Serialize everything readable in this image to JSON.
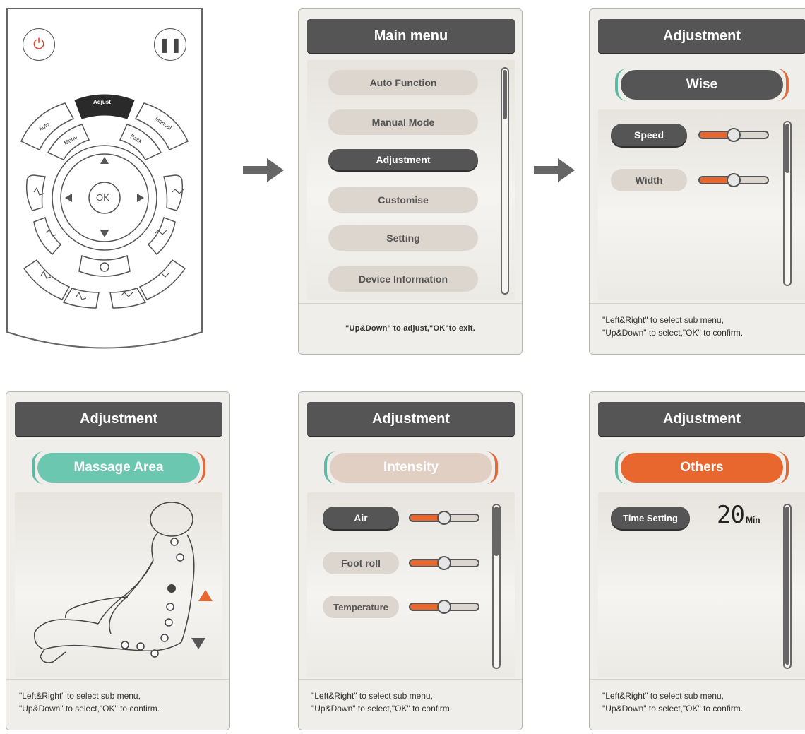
{
  "remote": {
    "buttons": [
      "Adjust",
      "Auto",
      "Manual",
      "Menu",
      "Back",
      "OK"
    ],
    "power_icon": "power-icon",
    "pause_icon": "pause-icon"
  },
  "main_menu": {
    "title": "Main menu",
    "items": [
      "Auto Function",
      "Manual Mode",
      "Adjustment",
      "Customise",
      "Setting",
      "Device Information"
    ],
    "active_index": 2,
    "footer": "\"Up&Down\" to adjust,\"OK\"to exit."
  },
  "wise_panel": {
    "title": "Adjustment",
    "mode": "Wise",
    "rows": [
      {
        "label": "Speed",
        "level": 0.5
      },
      {
        "label": "Width",
        "level": 0.5
      }
    ],
    "footer_line1": "\"Left&Right\" to select sub menu,",
    "footer_line2": "\"Up&Down\" to select,\"OK\" to confirm."
  },
  "area_panel": {
    "title": "Adjustment",
    "mode": "Massage Area",
    "footer_line1": "\"Left&Right\" to select sub menu,",
    "footer_line2": "\"Up&Down\" to select,\"OK\" to confirm."
  },
  "intensity_panel": {
    "title": "Adjustment",
    "mode": "Intensity",
    "rows": [
      {
        "label": "Air",
        "level": 0.5
      },
      {
        "label": "Foot roll",
        "level": 0.5
      },
      {
        "label": "Temperature",
        "level": 0.5
      }
    ],
    "footer_line1": "\"Left&Right\" to select sub menu,",
    "footer_line2": "\"Up&Down\" to select,\"OK\" to confirm."
  },
  "others_panel": {
    "title": "Adjustment",
    "mode": "Others",
    "time_label": "Time Setting",
    "time_value": "20",
    "time_unit": "Min",
    "footer_line1": "\"Left&Right\" to select sub menu,",
    "footer_line2": "\"Up&Down\" to select,\"OK\" to confirm."
  },
  "colors": {
    "accent_orange": "#e8672f",
    "accent_teal": "#6cc7b0",
    "dark_gray": "#555555",
    "pill_beige": "#ddd6ce",
    "intensity_fill": "#e2cfc4"
  }
}
